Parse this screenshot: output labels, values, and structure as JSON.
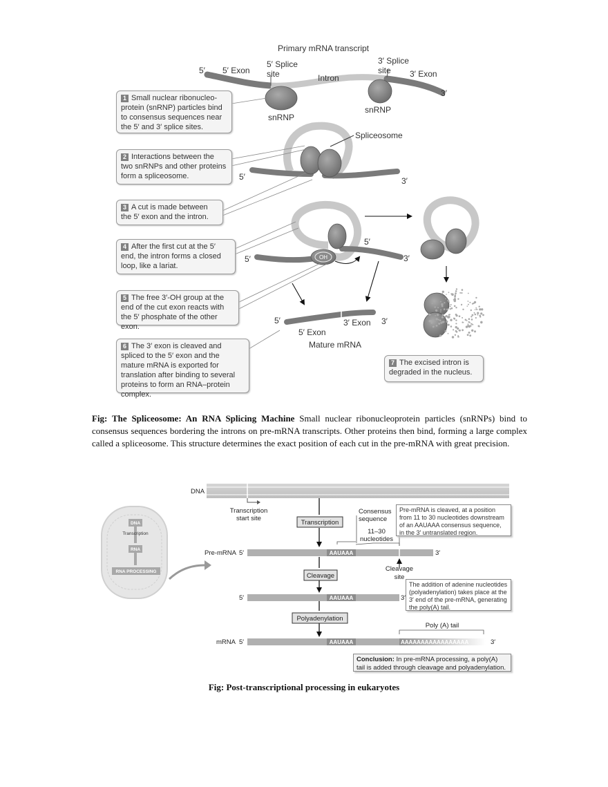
{
  "figure1": {
    "header": "Primary mRNA transcript",
    "labels": {
      "five_prime_a": "5′",
      "five_exon_top": "5′ Exon",
      "splice5_line1": "5′ Splice",
      "splice5_line2": "site",
      "intron": "Intron",
      "splice3_line1": "3′ Splice",
      "splice3_line2": "site",
      "three_exon_top": "3′ Exon",
      "three_prime_a": "3′",
      "snrnp_left": "snRNP",
      "snrnp_right": "snRNP",
      "spliceosome": "Spliceosome",
      "five_prime_b": "5′",
      "three_prime_b": "3′",
      "five_prime_c": "5′",
      "five_prime_d": "5′",
      "three_prime_c": "3′",
      "oh": "OH",
      "five_prime_e": "5′",
      "five_exon_bottom": "5′ Exon",
      "three_exon_bottom": "3′ Exon",
      "three_prime_e": "3′",
      "mature_mrna": "Mature mRNA"
    },
    "steps": [
      {
        "num": "1",
        "text": "Small nuclear ribonucleo-protein (snRNP) particles bind to consensus sequences near the 5′ and 3′ splice sites."
      },
      {
        "num": "2",
        "text": "Interactions between the two snRNPs and other proteins form a spliceosome."
      },
      {
        "num": "3",
        "text": "A cut is made between the 5′ exon and the intron."
      },
      {
        "num": "4",
        "text": "After the first cut at the 5′ end, the intron forms a closed loop, like a lariat."
      },
      {
        "num": "5",
        "text": "The free 3′-OH group at the end of the cut exon reacts with the 5′ phosphate of the other exon."
      },
      {
        "num": "6",
        "text": "The 3′ exon is cleaved and spliced to the 5′ exon and the mature mRNA is exported for translation after binding to several proteins to form an RNA–protein complex."
      },
      {
        "num": "7",
        "text": "The excised intron is degraded in the nucleus."
      }
    ],
    "caption_title": "Fig: The Spliceosome: An RNA Splicing Machine",
    "caption_text": "Small nuclear ribonucleoprotein particles (snRNPs) bind to consensus sequences bordering the introns on pre-mRNA transcripts. Other proteins then bind, forming a large complex called a spliceosome. This structure determines the exact position of each cut in the pre-mRNA with great precision."
  },
  "figure2": {
    "dna": "DNA",
    "tss_line1": "Transcription",
    "tss_line2": "start site",
    "nucleus_dna": "DNA",
    "nucleus_transcription": "Transcription",
    "nucleus_rna": "RNA",
    "nucleus_processing": "RNA PROCESSING",
    "transcription_box": "Transcription",
    "consensus_line1": "Consensus",
    "consensus_line2": "sequence",
    "nuc_line1": "11–30",
    "nuc_line2": "nucleotides",
    "premrna_label": "Pre-mRNA",
    "five_prime_1": "5′",
    "aauaaa_1": "AAUAAA",
    "three_prime_1": "3′",
    "cleavage_site_line1": "Cleavage",
    "cleavage_site_line2": "site",
    "cleavage_box": "Cleavage",
    "five_prime_2": "5′",
    "aauaaa_2": "AAUAAA",
    "three_prime_2": "3′",
    "polyadenylation_box": "Polyadenylation",
    "polya_tail": "Poly (A) tail",
    "mrna_label": "mRNA",
    "five_prime_3": "5′",
    "aauaaa_3": "AAUAAA",
    "polya_seq": "AAAAAAAAAAAAAAAAA",
    "three_prime_3": "3′",
    "callout1": "Pre-mRNA is cleaved, at a position from 11 to 30 nucleotides  downstream of an AAUAAA consensus sequence, in the 3′ untranslated region.",
    "callout2": "The addition of adenine nucleotides (polyadenylation) takes place at the  3′ end of the pre-mRNA, generating the poly(A) tail.",
    "conclusion_bold": "Conclusion:",
    "conclusion_text": "In pre-mRNA processing, a poly(A) tail is added through cleavage and polyadenylation.",
    "caption": "Fig: Post-transcriptional processing in eukaryotes"
  }
}
